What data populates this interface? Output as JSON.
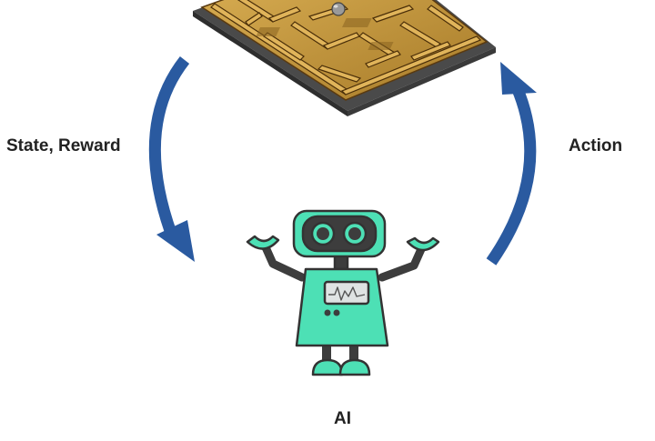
{
  "labels": {
    "left": "State, Reward",
    "right": "Action",
    "bottom": "AI"
  },
  "colors": {
    "arrow": "#2a5aa0",
    "robot_body": "#4de0b5",
    "robot_dark": "#3d3d3d",
    "maze_wood": "#c89b3c",
    "maze_base": "#5a5a5a"
  },
  "icons": {
    "environment": "maze-board",
    "agent": "robot",
    "loop_left": "curved-arrow-down",
    "loop_right": "curved-arrow-up"
  }
}
